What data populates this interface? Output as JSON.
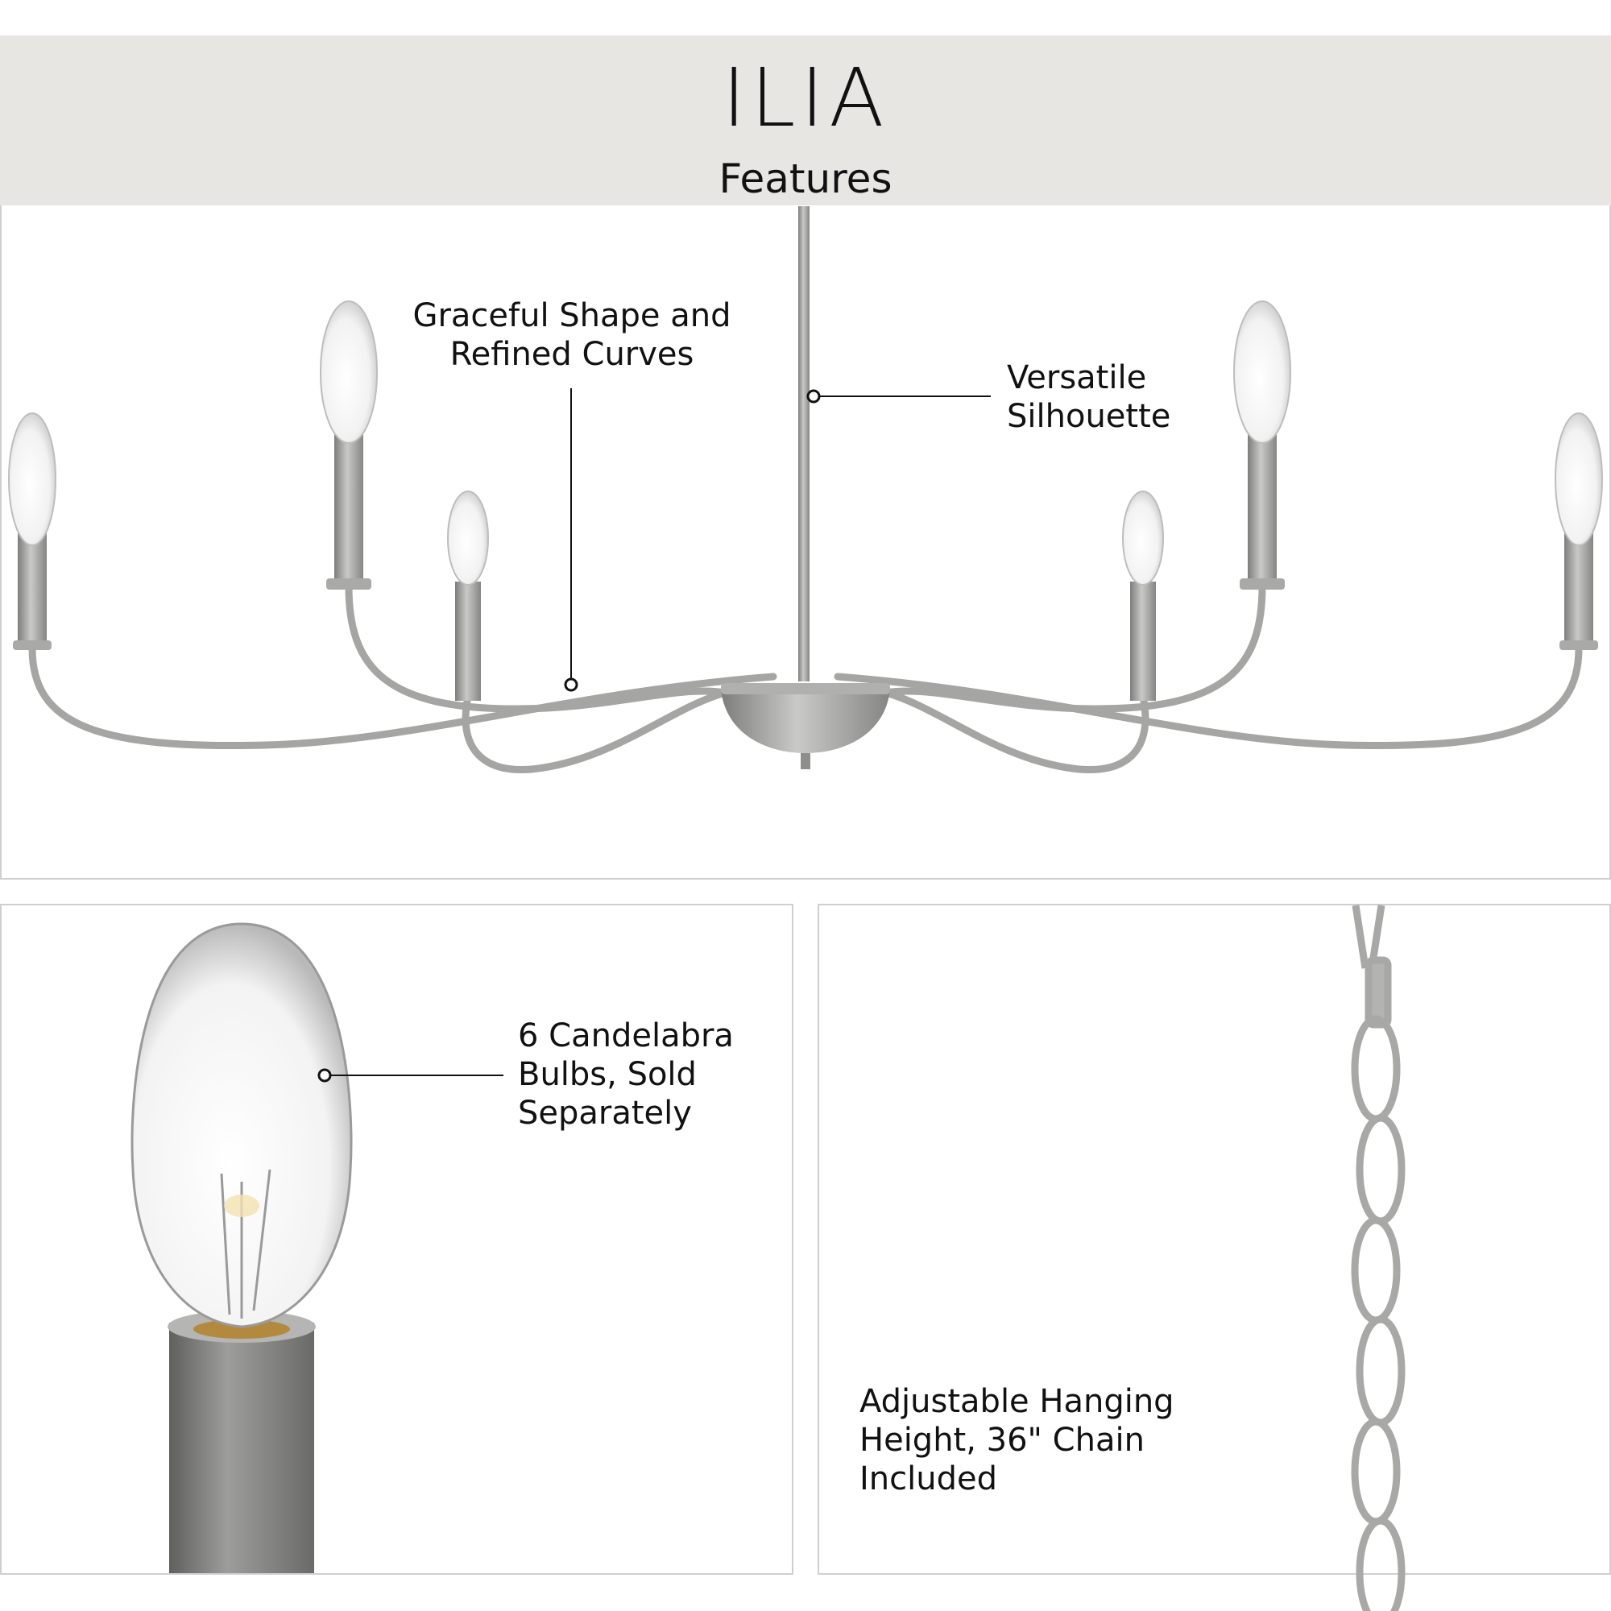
{
  "header": {
    "title": "ILIA",
    "subtitle": "Features"
  },
  "features": {
    "graceful_shape": "Graceful Shape and\nRefined Curves",
    "versatile_silhouette": "Versatile\nSilhouette",
    "candelabra_bulbs": "6 Candelabra\nBulbs, Sold\nSeparately",
    "hanging_height": "Adjustable Hanging\nHeight, 36\" Chain\nIncluded"
  },
  "colors": {
    "header_bg": "#e8e6e3",
    "finish": "#9e9e9c",
    "text": "#111111"
  }
}
